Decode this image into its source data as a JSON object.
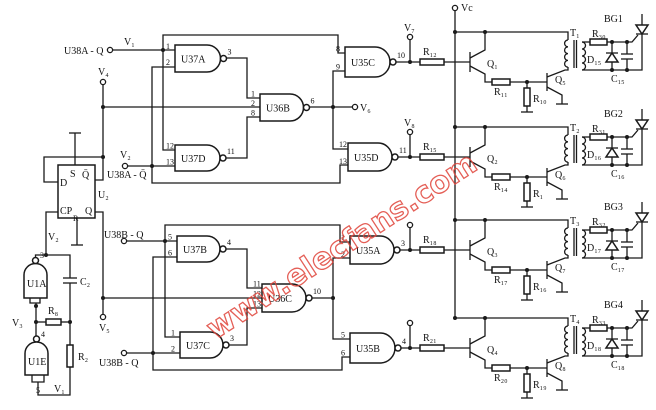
{
  "inputs": {
    "u38a_q": "U38A - Q",
    "u38a_qbar": "U38A - Q̄",
    "u38b_q_top": "U38B - Q",
    "u38b_q_bottom": "U38B - Q"
  },
  "nodes": {
    "v1_top": "V₁",
    "v1_bottom": "V₁",
    "v2_top": "V₂",
    "v2_left": "V₂",
    "v3": "V₃",
    "v4": "V₄",
    "v5": "V₅",
    "v6": "V₆",
    "vc": "Vc"
  },
  "flipflop": {
    "name": "U₂",
    "d": "D",
    "s": "S",
    "qbar": "Q̄",
    "cp": "CP",
    "r": "R",
    "q": "Q"
  },
  "oscillator": {
    "c": "C₂",
    "r_series": "R₈",
    "r_bottom": "R₂",
    "gate_a": "U1A",
    "gate_a_pin": "3",
    "gate_e": "U1E",
    "gate_e_pin_in": "4",
    "gate_e_pin_out": "5"
  },
  "gates": [
    {
      "label": "U37A",
      "pins": [
        "1",
        "2"
      ],
      "out": "3"
    },
    {
      "label": "U36B",
      "pins": [
        "1",
        "2",
        "8"
      ],
      "out": "6"
    },
    {
      "label": "U37D",
      "pins": [
        "12",
        "13"
      ],
      "out": "11"
    },
    {
      "label": "U35C",
      "pins": [
        "8",
        "9"
      ],
      "out": "10"
    },
    {
      "label": "U35D",
      "pins": [
        "12",
        "13"
      ],
      "out": "11"
    },
    {
      "label": "U37B",
      "pins": [
        "5",
        "6"
      ],
      "out": "4"
    },
    {
      "label": "U36C",
      "pins": [
        "11",
        "12",
        "13"
      ],
      "out": "10"
    },
    {
      "label": "U37C",
      "pins": [
        "1",
        "2"
      ],
      "out": "3"
    },
    {
      "label": "U35A",
      "pins": [
        "1",
        "2"
      ],
      "out": "3"
    },
    {
      "label": "U35B",
      "pins": [
        "5",
        "6"
      ],
      "out": "4"
    }
  ],
  "channels": [
    {
      "v": "V₇",
      "r_base": "R₁₂",
      "q_drv": "Q₁",
      "r_emit": "R₁₁",
      "r_shunt": "R₁₀",
      "q_out": "Q₅",
      "t": "T₁",
      "r_sec": "R₃₀",
      "d": "D₁₅",
      "c": "C₁₅",
      "bg": "BG1"
    },
    {
      "v": "V₈",
      "r_base": "R₁₅",
      "q_drv": "Q₂",
      "r_emit": "R₁₄",
      "r_shunt": "R₁",
      "q_out": "Q₆",
      "t": "T₂",
      "r_sec": "R₃₁",
      "d": "D₁₆",
      "c": "C₁₆",
      "bg": "BG2"
    },
    {
      "v": "",
      "r_base": "R₁₈",
      "q_drv": "Q₃",
      "r_emit": "R₁₇",
      "r_shunt": "R₁₆",
      "q_out": "Q₇",
      "t": "T₃",
      "r_sec": "R₃₂",
      "d": "D₁₇",
      "c": "C₁₇",
      "bg": "BG3"
    },
    {
      "v": "",
      "r_base": "R₂₁",
      "q_drv": "Q₄",
      "r_emit": "R₂₀",
      "r_shunt": "R₁₉",
      "q_out": "Q₈",
      "t": "T₄",
      "r_sec": "R₃₃",
      "d": "D₁₈",
      "c": "C₁₈",
      "bg": "BG4"
    }
  ],
  "watermark": "www.elecfans.com",
  "colors": {
    "ink": "#1a1a1a",
    "watermark": "#e0443a"
  }
}
